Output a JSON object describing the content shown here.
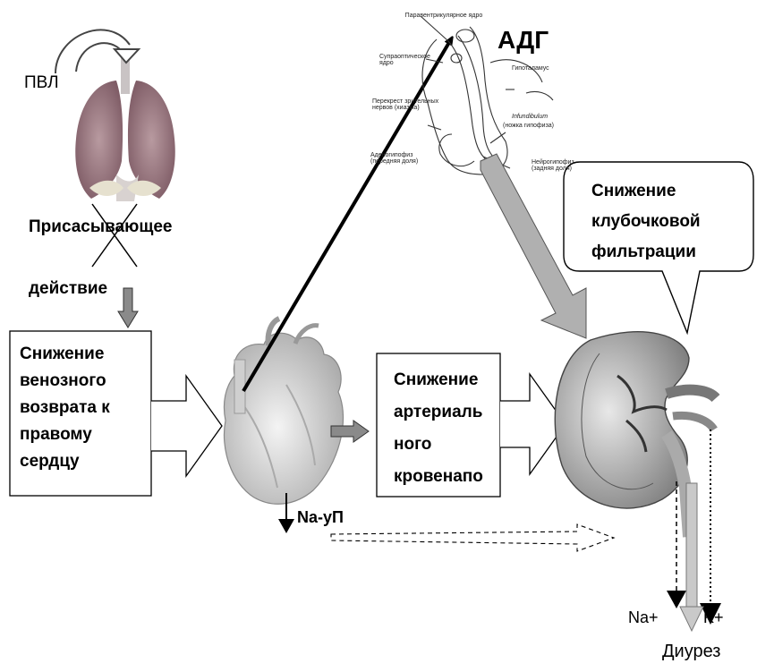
{
  "labels": {
    "ivl": "ПВЛ",
    "suction_1": "Присасывающее",
    "suction_2": "действие",
    "adh": "АДГ",
    "na_up": "Na-уП",
    "na_plus": "Na+",
    "k_plus": "K+",
    "diuresis": "Диурез"
  },
  "boxes": {
    "venous": [
      "Снижение",
      "венозного",
      "возврата к",
      "правому",
      "сердцу"
    ],
    "arterial": [
      "Снижение",
      "артериаль",
      "ного",
      "кровенапо"
    ],
    "glomerular": [
      "Снижение",
      "клубочковой",
      "фильтрации"
    ]
  },
  "brain_labels": {
    "paraventricular": "Паравентрикулярное ядро",
    "supraoptic": "Супраоптическое ядро",
    "hypothalamus": "Гипоталамус",
    "chiasm": "Перекрест зрительных нервов (хиазма)",
    "infundibulum": "Infundibulum",
    "infundibulum_sub": "(ножка гипофиза)",
    "adenohypophysis": "Аденогипофиз (передняя доля)",
    "neurohypophysis": "Нейрогипофиз (задняя доля)"
  }
}
